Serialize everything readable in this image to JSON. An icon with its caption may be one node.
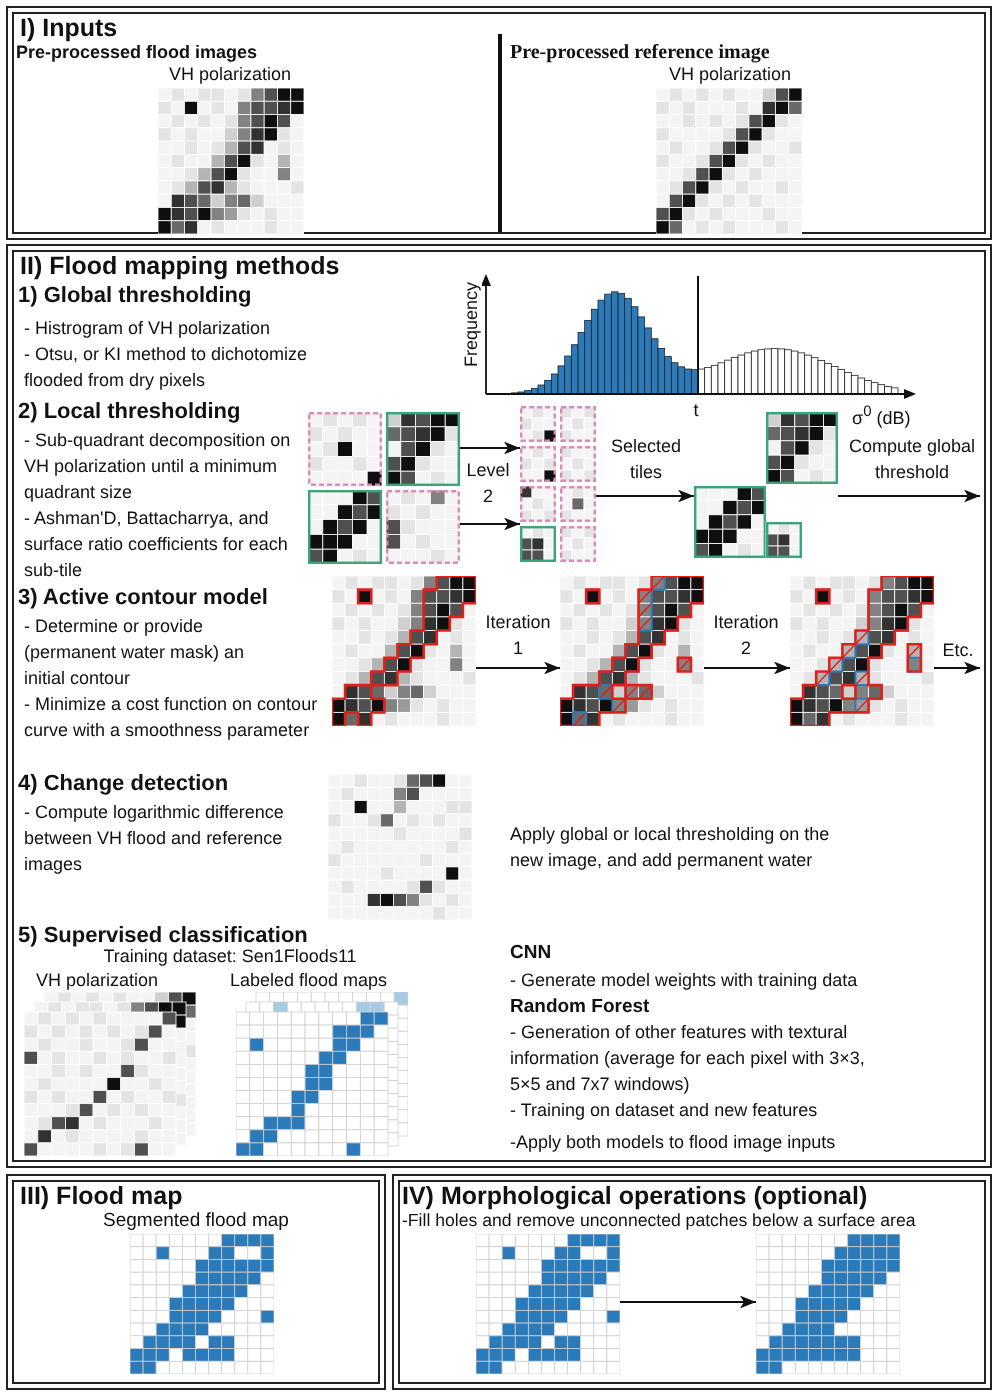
{
  "diagram": {
    "nodes": [
      {
        "text": [
          "I) Inputs"
        ]
      },
      {
        "text": [
          "II) Flood mapping methods"
        ]
      },
      {
        "text": [],
        "shape": "picture",
        "in": 1
      },
      {
        "text": [],
        "shape": "picture",
        "in": 1
      },
      {
        "text": [],
        "shape": "picture",
        "in": 1
      },
      {
        "text": [],
        "shape": "picture",
        "in": 1
      },
      {
        "text": [],
        "shape": "picture",
        "in": 1
      },
      {
        "text": [],
        "shape": "picture",
        "in": 1
      },
      {
        "text": [
          "III) Flood map",
          "Segmented flood map"
        ]
      },
      {
        "text": [
          "IV) Morphological operations (optional)",
          "-Fill holes and remove unconnected patches below a surface area"
        ]
      },
      {
        "text": [],
        "shape": "picture",
        "in": 9
      },
      {
        "text": [],
        "shape": "picture",
        "in": 9
      }
    ],
    "edges": [
      {
        "from": 2,
        "to": 3,
        "arrow": "to",
        "label": "Level 2"
      },
      {
        "from": 2,
        "to": 3,
        "arrow": "to"
      },
      {
        "from": 3,
        "to": 4,
        "arrow": "to",
        "label": "Selected tiles"
      },
      {
        "from": 4,
        "to": null,
        "arrow": "to",
        "label": "Compute global threshold"
      },
      {
        "from": 5,
        "to": 6,
        "arrow": "to",
        "label": "Iteration 1"
      },
      {
        "from": 6,
        "to": 7,
        "arrow": "to",
        "label": "Iteration 2"
      },
      {
        "from": 7,
        "to": null,
        "arrow": "to",
        "label": "Etc."
      },
      {
        "from": 10,
        "to": 11,
        "arrow": "to"
      }
    ],
    "labels": [
      "Pre-processed flood images",
      "VH polarization",
      "Pre-processed reference image",
      "VH polarization",
      "1) Global thresholding",
      "- Histrogram of VH polarization",
      "- Otsu, or KI method to dichotomize flooded from dry pixels",
      "Frequency",
      "t",
      "σ$^{0}$ (dB)",
      "2) Local thresholding",
      "- Sub-quadrant decomposition on VH polarization until a minimum quadrant size",
      "- Ashman'D, Battacharrya, and surface ratio coefficients for each sub-tile",
      "3) Active contour model",
      "- Determine or provide (permanent water mask) an initial contour",
      "- Minimize a cost function on contour curve with a smoothness parameter",
      "4) Change detection",
      "- Compute logarithmic difference between VH flood and reference images",
      "Apply global or local thresholding on the new image, and add permanent water",
      "5) Supervised classification",
      "Training dataset: Sen1Floods11",
      "VH polarization",
      "Labeled flood maps",
      "CNN",
      "- Generate model weights with training data",
      "Random Forest",
      "- Generation of other features with textural information (average for each pixel with 3×3, 5×5 and 7x7 windows)",
      "- Training on dataset and new features",
      "-Apply both models to flood image inputs"
    ]
  }
}
